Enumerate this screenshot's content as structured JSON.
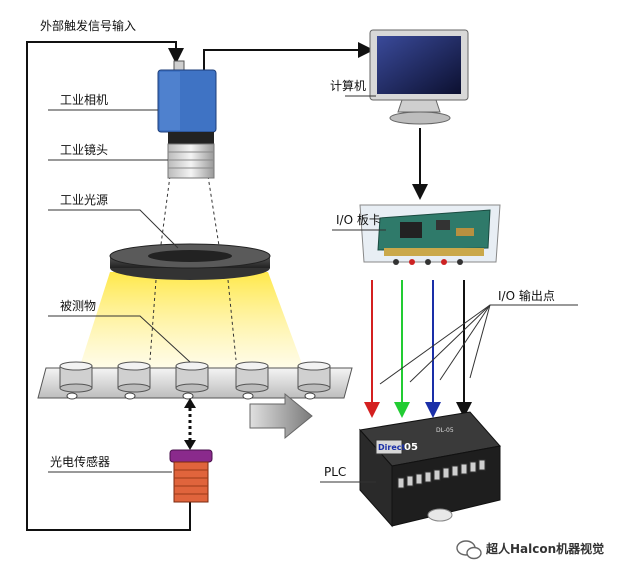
{
  "labels": {
    "trigger_input": "外部触发信号输入",
    "camera": "工业相机",
    "lens": "工业镜头",
    "light": "工业光源",
    "object": "被测物",
    "sensor": "光电传感器",
    "computer": "计算机",
    "io_card": "I/O 板卡",
    "io_points": "I/O 输出点",
    "plc": "PLC",
    "plc_brand": "Direct",
    "plc_model": "05",
    "plc_small_text": "DL-05"
  },
  "watermark": "超人Halcon机器视觉",
  "colors": {
    "camera_body": "#3f73c4",
    "sensor_body": "#e0643c",
    "sensor_cap": "#8a2a8c",
    "light_glow": "#ffe84a",
    "io_red": "#d42020",
    "io_green": "#22cc33",
    "io_blue": "#1a2fa8",
    "io_black": "#111111"
  },
  "icons": {
    "computer": "monitor-icon",
    "io_card": "circuit-board-icon",
    "plc": "plc-controller-icon",
    "watermark": "wechat-icon"
  }
}
